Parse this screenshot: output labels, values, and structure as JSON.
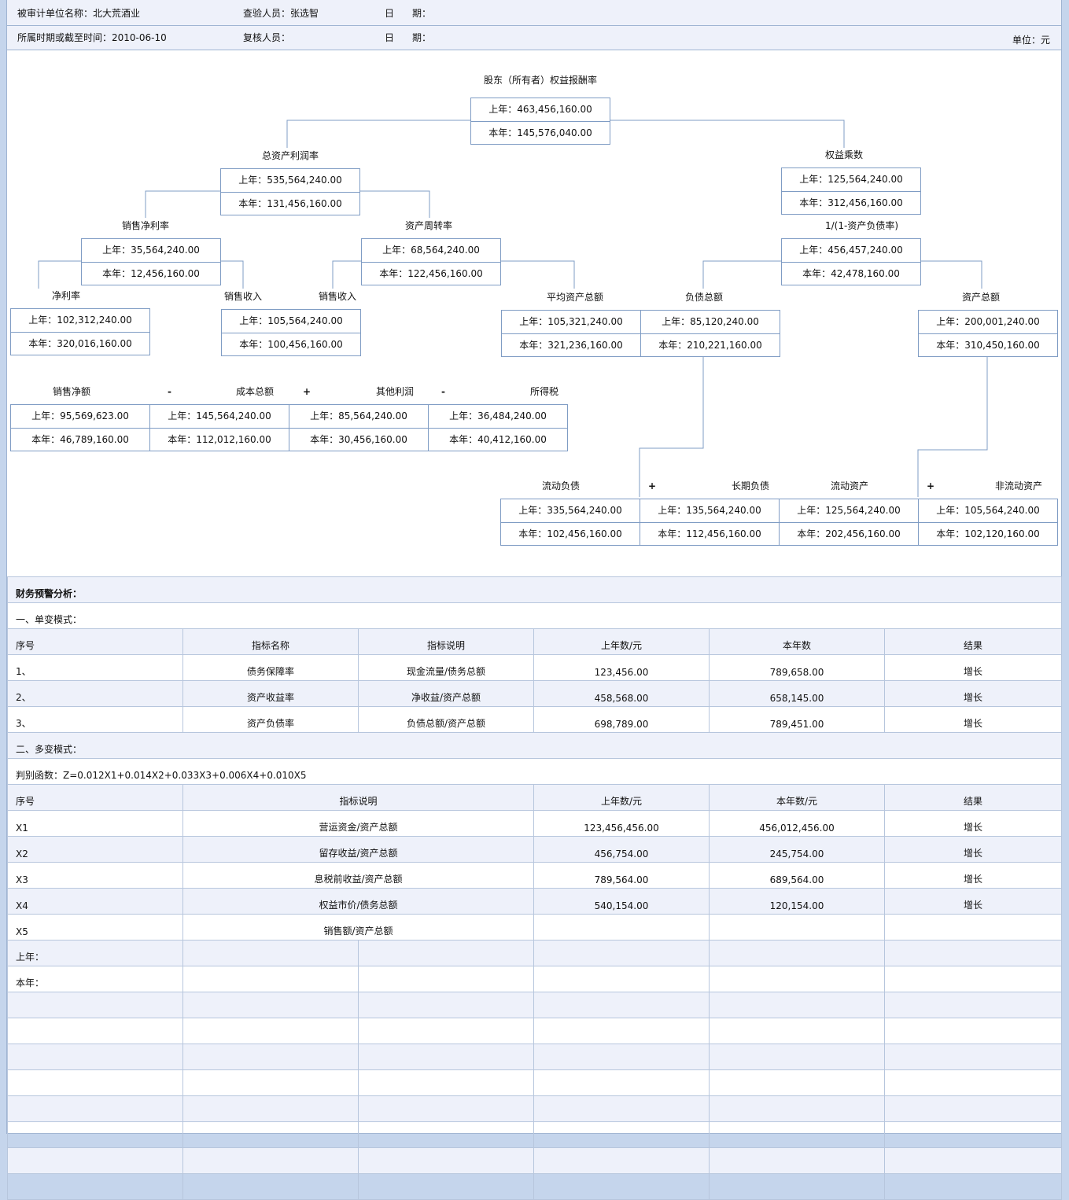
{
  "header": {
    "row1": {
      "auditee": "被审计单位名称：北大荒酒业",
      "inspector": "查验人员：张选智",
      "date_label": "日",
      "date_label2": "期："
    },
    "row2": {
      "period": "所属时期或截至时间：2010-06-10",
      "reviewer": "复核人员：",
      "date_label": "日",
      "date_label2": "期：",
      "unit": "单位：元"
    }
  },
  "tree": {
    "roe": {
      "label": "股东（所有者）权益报酬率",
      "last": "上年：463,456,160.00",
      "this": "本年：145,576,040.00"
    },
    "roa": {
      "label": "总资产利润率",
      "last": "上年：535,564,240.00",
      "this": "本年：131,456,160.00"
    },
    "em": {
      "label": "权益乘数",
      "last": "上年：125,564,240.00",
      "this": "本年：312,456,160.00"
    },
    "npm": {
      "label": "销售净利率",
      "last": "上年：35,564,240.00",
      "this": "本年：12,456,160.00"
    },
    "ato": {
      "label": "资产周转率",
      "last": "上年：68,564,240.00",
      "this": "本年：122,456,160.00"
    },
    "inv_debt": {
      "label": "1/(1-资产负债率)",
      "last": "上年：456,457,240.00",
      "this": "本年：42,478,160.00"
    },
    "ni": {
      "label": "净利率",
      "last": "上年：102,312,240.00",
      "this": "本年：320,016,160.00"
    },
    "sales1": {
      "label": "销售收入",
      "last": "上年：105,564,240.00",
      "this": "本年：100,456,160.00"
    },
    "sales2": {
      "label": "销售收入"
    },
    "avg_assets": {
      "label": "平均资产总额",
      "last": "上年：105,321,240.00",
      "this": "本年：321,236,160.00"
    },
    "total_debt": {
      "label": "负债总额",
      "last": "上年：85,120,240.00",
      "this": "本年：210,221,160.00"
    },
    "total_assets": {
      "label": "资产总额",
      "last": "上年：200,001,240.00",
      "this": "本年：310,450,160.00"
    },
    "net_sales": {
      "label": "销售净额",
      "last": "上年：95,569,623.00",
      "this": "本年：46,789,160.00"
    },
    "op_minus": "-",
    "total_cost": {
      "label": "成本总额",
      "last": "上年：145,564,240.00",
      "this": "本年：112,012,160.00"
    },
    "op_plus": "+",
    "other_profit": {
      "label": "其他利润",
      "last": "上年：85,564,240.00",
      "this": "本年：30,456,160.00"
    },
    "op_minus2": "-",
    "income_tax": {
      "label": "所得税",
      "last": "上年：36,484,240.00",
      "this": "本年：40,412,160.00"
    },
    "cur_liab": {
      "label": "流动负债",
      "last": "上年：335,564,240.00",
      "this": "本年：102,456,160.00"
    },
    "op_plus2": "+",
    "lt_liab": {
      "label": "长期负债",
      "last": "上年：135,564,240.00",
      "this": "本年：112,456,160.00"
    },
    "cur_assets": {
      "label": "流动资产",
      "last": "上年：125,564,240.00",
      "this": "本年：202,456,160.00"
    },
    "op_plus3": "+",
    "noncur_assets": {
      "label": "非流动资产",
      "last": "上年：105,564,240.00",
      "this": "本年：102,120,160.00"
    }
  },
  "analysis": {
    "title": "财务预警分析：",
    "single": {
      "title": "一、单变模式：",
      "headers": [
        "序号",
        "指标名称",
        "指标说明",
        "上年数/元",
        "本年数",
        "结果"
      ],
      "rows": [
        [
          "1、",
          "债务保障率",
          "现金流量/债务总额",
          "123,456.00",
          "789,658.00",
          "增长"
        ],
        [
          "2、",
          "资产收益率",
          "净收益/资产总额",
          "458,568.00",
          "658,145.00",
          "增长"
        ],
        [
          "3、",
          "资产负债率",
          "负债总额/资产总额",
          "698,789.00",
          "789,451.00",
          "增长"
        ]
      ]
    },
    "multi": {
      "title": "二、多变模式：",
      "formula": "判别函数：Z=0.012X1+0.014X2+0.033X3+0.006X4+0.010X5",
      "headers": [
        "序号",
        "指标说明",
        "上年数/元",
        "本年数/元",
        "结果"
      ],
      "rows": [
        [
          "X1",
          "营运资金/资产总额",
          "123,456,456.00",
          "456,012,456.00",
          "增长"
        ],
        [
          "X2",
          "留存收益/资产总额",
          "456,754.00",
          "245,754.00",
          "增长"
        ],
        [
          "X3",
          "息税前收益/资产总额",
          "789,564.00",
          "689,564.00",
          "增长"
        ],
        [
          "X4",
          "权益市价/债务总额",
          "540,154.00",
          "120,154.00",
          "增长"
        ],
        [
          "X5",
          "销售额/资产总额",
          "",
          "",
          ""
        ]
      ],
      "last_year_label": "上年：",
      "this_year_label": "本年："
    }
  }
}
